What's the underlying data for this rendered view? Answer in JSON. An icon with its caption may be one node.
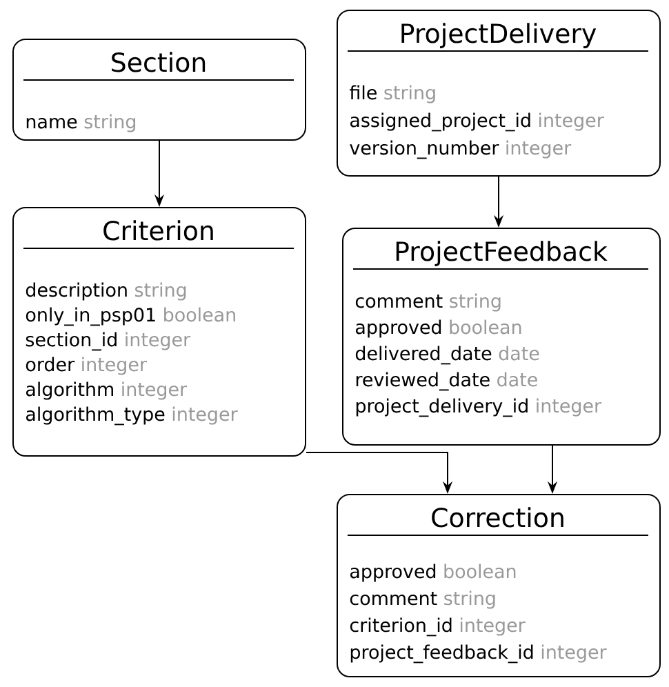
{
  "diagram": {
    "nodes": [
      {
        "text": [
          "Section",
          "name",
          "string"
        ]
      },
      {
        "text": [
          "ProjectDelivery",
          "file",
          "string",
          "assigned_project_id",
          "integer",
          "version_number",
          "integer"
        ]
      },
      {
        "text": [
          "Criterion",
          "description",
          "string",
          "only_in_psp01",
          "boolean",
          "section_id",
          "integer",
          "order",
          "integer",
          "algorithm",
          "integer",
          "algorithm_type",
          "integer"
        ]
      },
      {
        "text": [
          "ProjectFeedback",
          "comment",
          "string",
          "approved",
          "boolean",
          "delivered_date",
          "date",
          "reviewed_date",
          "date",
          "project_delivery_id",
          "integer"
        ]
      },
      {
        "text": [
          "Correction",
          "approved",
          "boolean",
          "comment",
          "string",
          "criterion_id",
          "integer",
          "project_feedback_id",
          "integer"
        ]
      }
    ],
    "edges": [
      {
        "from": 0,
        "to": 2,
        "arrow": "to"
      },
      {
        "from": 1,
        "to": 3,
        "arrow": "to"
      },
      {
        "from": 2,
        "to": 4,
        "arrow": "to"
      },
      {
        "from": 3,
        "to": 4,
        "arrow": "to"
      }
    ]
  }
}
